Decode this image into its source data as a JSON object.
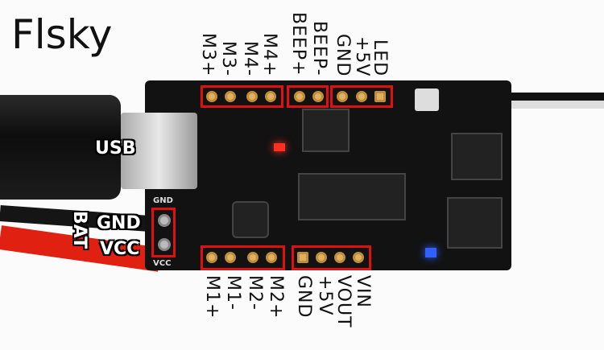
{
  "brand": "Flsky",
  "top_labels": [
    "M3+",
    "M3-",
    "M4-",
    "M4+",
    "BEEP+",
    "BEEP-",
    "GND",
    "+5V",
    "LED"
  ],
  "bottom_labels": [
    "M1+",
    "M1-",
    "M2-",
    "M2+",
    "GND",
    "+5V",
    "VOUT",
    "VIN"
  ],
  "side_labels": {
    "usb": "USB",
    "gnd": "GND",
    "vcc": "VCC",
    "bat": "BAT"
  },
  "silkscreen": {
    "gnd": "GND",
    "vcc": "VCC"
  },
  "colors": {
    "highlight": "#e01010",
    "pad": "#e0b060",
    "board": "#121212"
  }
}
